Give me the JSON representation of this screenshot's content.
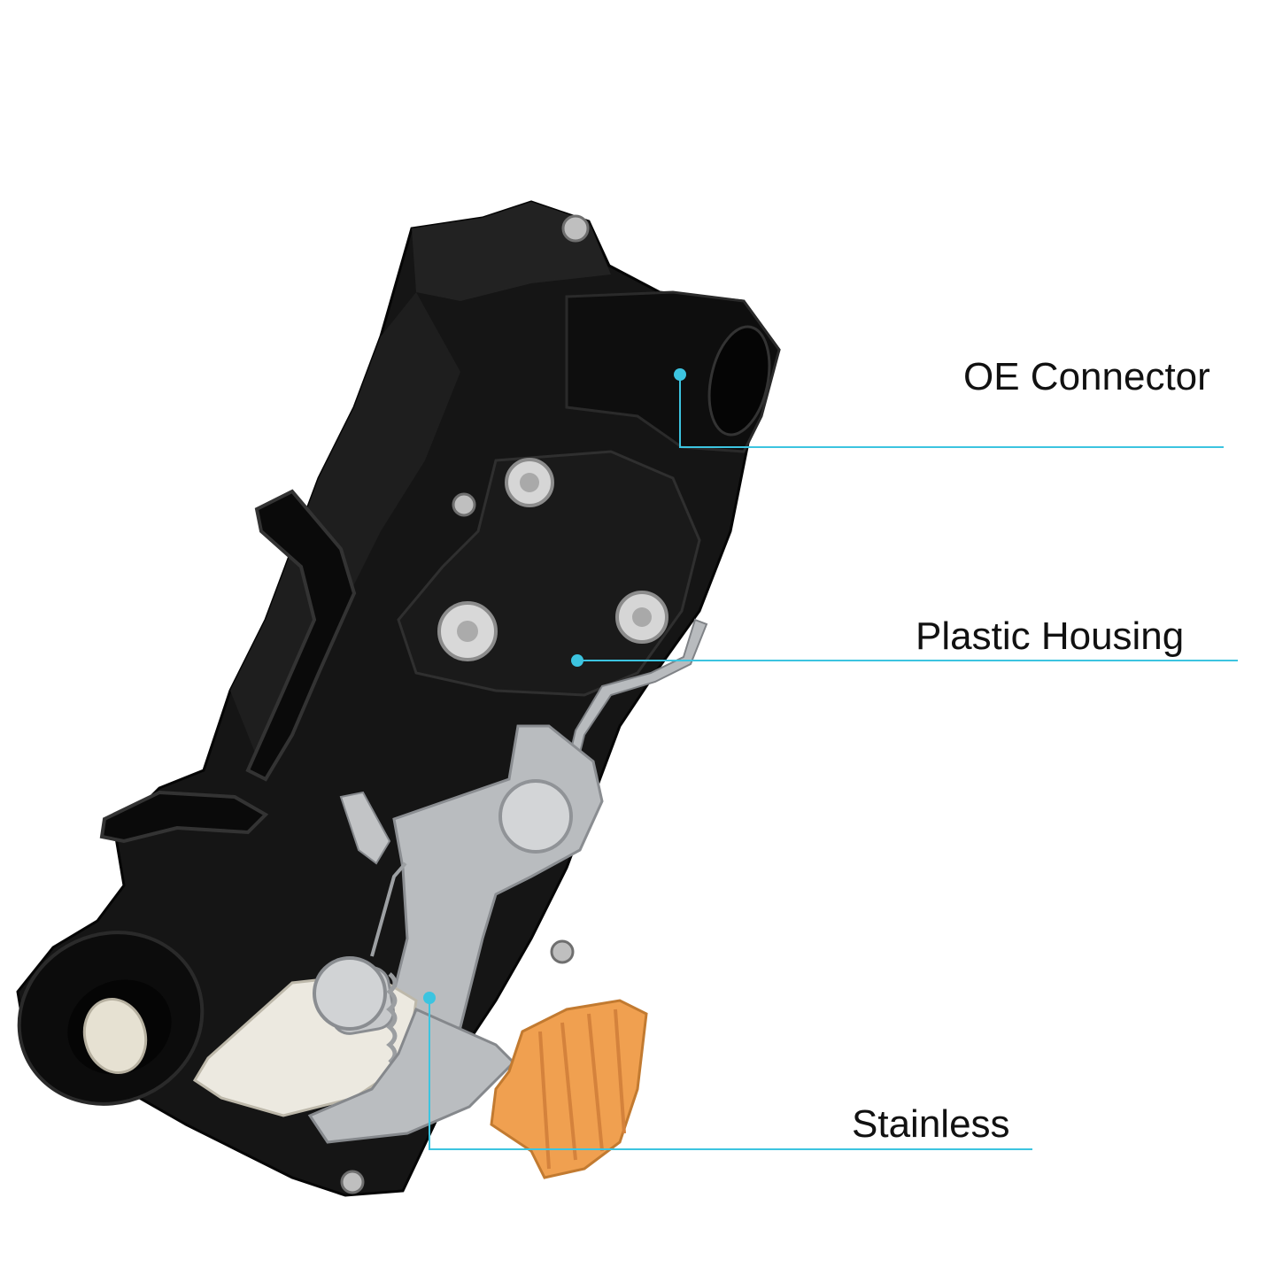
{
  "callouts": {
    "oe_connector": "OE Connector",
    "plastic_housing": "Plastic Housing",
    "stainless": "Stainless"
  },
  "colors": {
    "background": "#ffffff",
    "callout_line": "#3cc4e0",
    "housing": "#141414",
    "metal": "#b9bcbf",
    "connector_clip": "#f0a050",
    "bushing": "#e6e1d2"
  }
}
